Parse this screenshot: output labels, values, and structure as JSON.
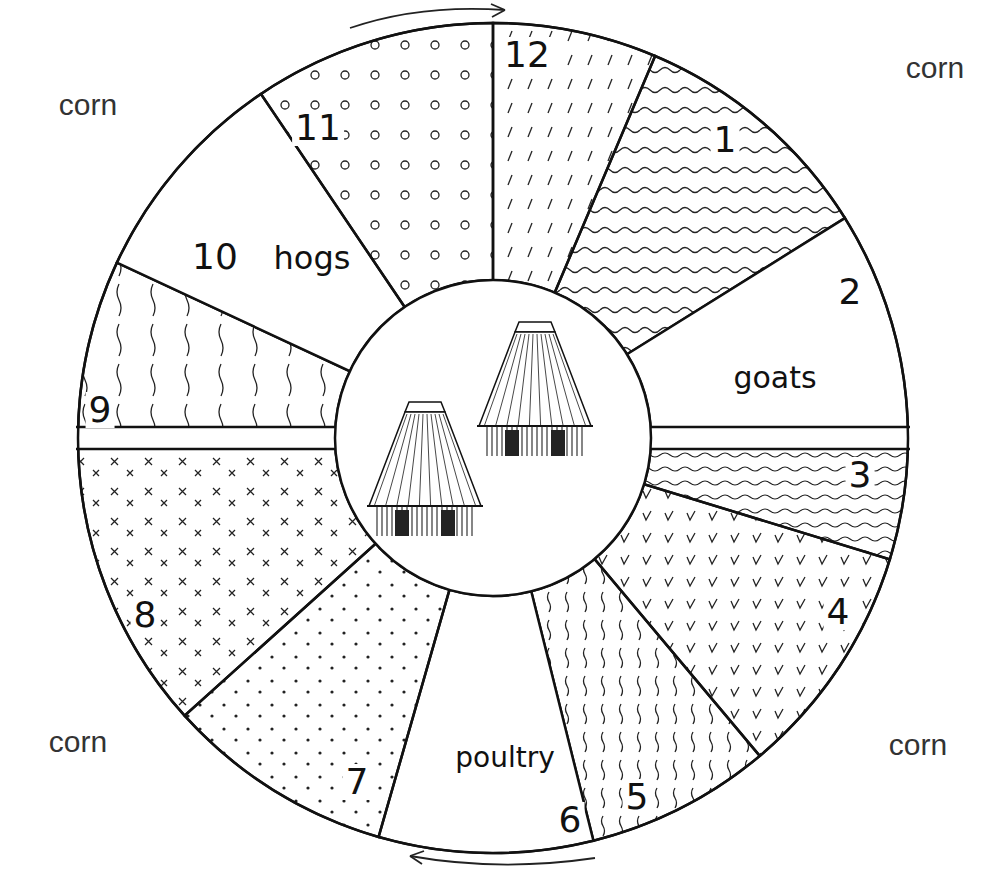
{
  "diagram": {
    "nodes": [
      {
        "text": [
          "1"
        ]
      },
      {
        "text": [
          "2",
          "goats"
        ]
      },
      {
        "text": [
          "3"
        ]
      },
      {
        "text": [
          "4"
        ]
      },
      {
        "text": [
          "5"
        ]
      },
      {
        "text": [
          "6",
          "poultry"
        ]
      },
      {
        "text": [
          "7"
        ]
      },
      {
        "text": [
          "8"
        ]
      },
      {
        "text": [
          "9"
        ]
      },
      {
        "text": [
          "10",
          "hogs"
        ]
      },
      {
        "text": [
          "11"
        ]
      },
      {
        "text": [
          "12"
        ]
      }
    ],
    "labels": [
      "corn",
      "corn",
      "corn",
      "corn"
    ]
  }
}
